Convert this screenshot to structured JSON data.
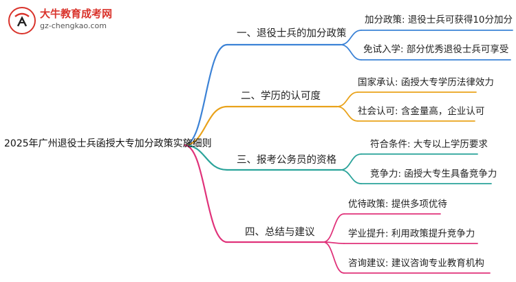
{
  "logo": {
    "title": "大牛教育成考网",
    "url": "gz-chengkao.com"
  },
  "colors": {
    "branch1": "#3b82d6",
    "branch2": "#e9a21a",
    "branch3": "#2aa39a",
    "branch4": "#e0327a"
  },
  "root": {
    "label": "2025年广州退役士兵函授大专加分政策实施细则"
  },
  "branches": [
    {
      "label": "一、退役士兵的加分政策",
      "color": "branch1",
      "leaves": [
        "加分政策: 退役士兵可获得10分加分",
        "免试入学: 部分优秀退役士兵可享受"
      ]
    },
    {
      "label": "二、学历的认可度",
      "color": "branch2",
      "leaves": [
        "国家承认: 函授大专学历法律效力",
        "社会认可: 含金量高，企业认可"
      ]
    },
    {
      "label": "三、报考公务员的资格",
      "color": "branch3",
      "leaves": [
        "符合条件: 大专以上学历要求",
        "竞争力: 函授大专生具备竞争力"
      ]
    },
    {
      "label": "四、总结与建议",
      "color": "branch4",
      "leaves": [
        "优待政策: 提供多项优待",
        "学业提升: 利用政策提升竞争力",
        "咨询建议: 建议咨询专业教育机构"
      ]
    }
  ]
}
